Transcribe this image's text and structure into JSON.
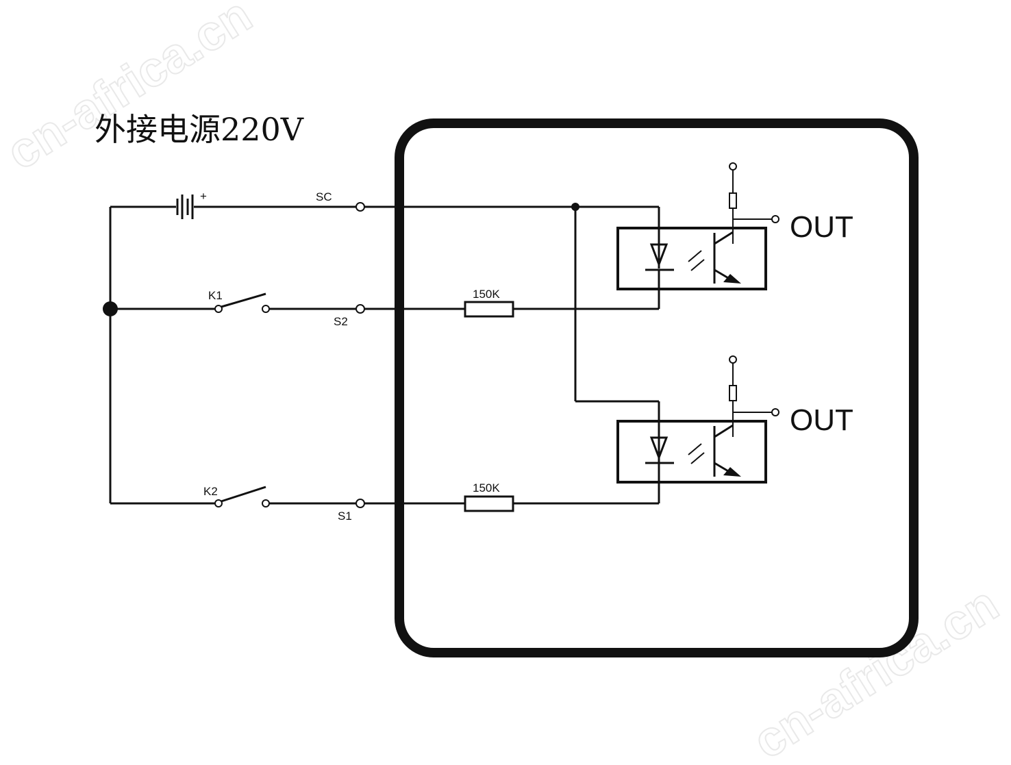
{
  "title": "外接电源220V",
  "watermark": "cn-africa.cn",
  "battery": {
    "polarity": "+"
  },
  "terminals": {
    "sc": "SC",
    "s2": "S2",
    "s1": "S1"
  },
  "switches": {
    "k1": "K1",
    "k2": "K2"
  },
  "resistors": {
    "r1": "150K",
    "r2": "150K"
  },
  "outputs": {
    "out1": "OUT",
    "out2": "OUT"
  },
  "colors": {
    "line": "#111111",
    "watermark": "#e9e9e9",
    "background": "#ffffff"
  }
}
